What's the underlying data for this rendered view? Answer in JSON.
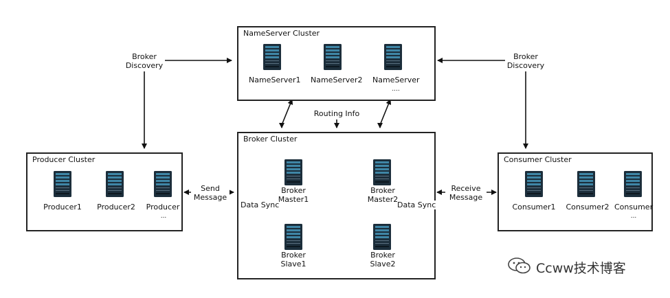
{
  "nameserver_cluster": {
    "title": "NameServer Cluster",
    "servers": [
      "NameServer1",
      "NameServer2",
      "NameServer"
    ],
    "ellipsis": "...."
  },
  "producer_cluster": {
    "title": "Producer Cluster",
    "servers": [
      "Producer1",
      "Producer2",
      "Producer"
    ],
    "ellipsis": "..."
  },
  "broker_cluster": {
    "title": "Broker Cluster",
    "master1": [
      "Broker",
      "Master1"
    ],
    "master2": [
      "Broker",
      "Master2"
    ],
    "slave1": [
      "Broker",
      "Slave1"
    ],
    "slave2": [
      "Broker",
      "Slave2"
    ],
    "data_sync_left": "Data Sync",
    "data_sync_right": "Data Sync"
  },
  "consumer_cluster": {
    "title": "Consumer Cluster",
    "servers": [
      "Consumer1",
      "Consumer2",
      "Consumer"
    ],
    "ellipsis": "..."
  },
  "edges": {
    "broker_discovery_left": [
      "Broker",
      "Discovery"
    ],
    "broker_discovery_right": [
      "Broker",
      "Discovery"
    ],
    "routing_info": "Routing Info",
    "send_message": [
      "Send",
      "Message"
    ],
    "receive_message": [
      "Receive",
      "Message"
    ]
  },
  "watermark": {
    "text": "Ccww技术博客",
    "icon": "wechat-icon"
  },
  "colors": {
    "server_body": "#1c2e3b",
    "server_screen": "#3f86a6",
    "line": "#111111"
  }
}
